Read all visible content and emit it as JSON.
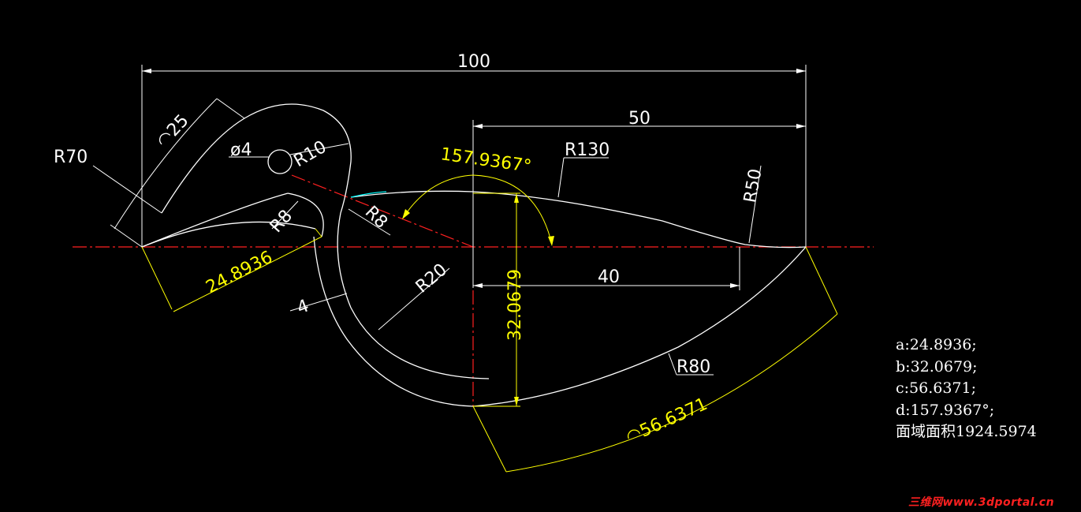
{
  "dimensions": {
    "d_100": "100",
    "d_50": "50",
    "d_40": "40",
    "r_70": "R70",
    "r_130": "R130",
    "r_50": "R50",
    "r_10": "R10",
    "r_8_upper": "R8",
    "r_8_lower": "R8",
    "r_20": "R20",
    "r_80": "R80",
    "dia_4": "ø4",
    "arc_25": "◠25",
    "thickness_4": "4",
    "a_value": "24.8936",
    "b_value": "32.0679",
    "c_value": "◠56.6371",
    "d_value": "157.9367°"
  },
  "results": {
    "a": "a:24.8936;",
    "b": "b:32.0679;",
    "c": "c:56.6371;",
    "d": "d:157.9367°;",
    "area": "面域面积1924.5974"
  },
  "watermark": "三维网www.3dportal.cn",
  "colors": {
    "background": "#000000",
    "geometry": "#ffffff",
    "center_line": "#ff0000",
    "answer_dims": "#ffff00",
    "tangent": "#00ffff"
  }
}
